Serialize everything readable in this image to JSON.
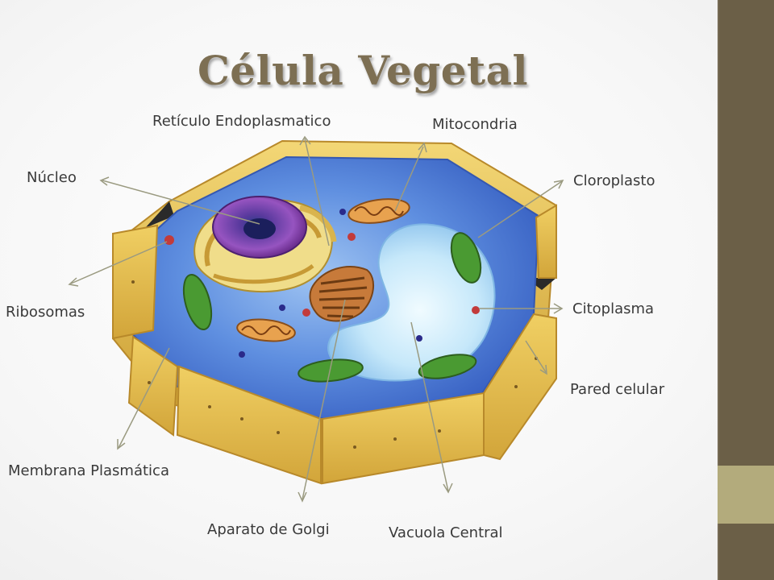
{
  "slide": {
    "title": "Célula Vegetal"
  },
  "labels": {
    "reticulo": "Retículo Endoplasmatico",
    "mitocondria": "Mitocondria",
    "nucleo": "Núcleo",
    "cloroplasto": "Cloroplasto",
    "ribosomas": "Ribosomas",
    "citoplasma": "Citoplasma",
    "pared": "Pared celular",
    "membrana": "Membrana Plasmática",
    "golgi": "Aparato de Golgi",
    "vacuola": "Vacuola Central"
  },
  "colors": {
    "sidebar_dark": "#6b5f47",
    "sidebar_light": "#b3ab7c",
    "title": "#7d6f53",
    "cell_wall": "#e0b94a",
    "cytoplasm": "#4f7fd6",
    "vacuole": "#bfe3f7",
    "nucleus": "#7b3fa0",
    "chloroplast": "#4a9a32",
    "mitochondria": "#c77a3a",
    "leader_line": "#9a9a80"
  }
}
